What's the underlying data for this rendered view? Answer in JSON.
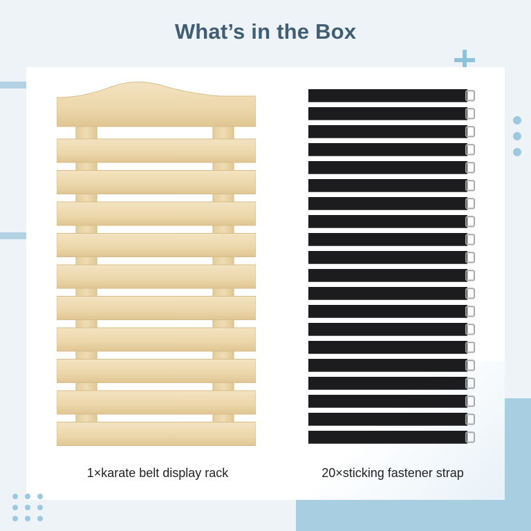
{
  "title": "What’s in the Box",
  "items": [
    {
      "label": "1×karate belt display rack",
      "icon": "wooden-rack-image"
    },
    {
      "label": "20×sticking fastener strap",
      "icon": "strap-stack-image"
    }
  ],
  "strap_count": 20,
  "colors": {
    "title": "#3f5d73",
    "accent": "#a8cee1",
    "wood": "#ecd9b0",
    "strap": "#1c1c1e"
  }
}
